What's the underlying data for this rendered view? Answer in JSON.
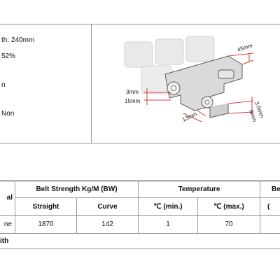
{
  "specs": {
    "width_line": "th:  240mm",
    "open_area_line": "52%",
    "line3": "n",
    "line4": "Non"
  },
  "drawing": {
    "dims": [
      "45mm",
      "3mm",
      "15mm",
      "3.5mm",
      "6mm",
      "13mm"
    ],
    "line_color": "#e23a3a",
    "part_color": "#d9d9d9"
  },
  "table": {
    "col0_header": "al",
    "belt_strength_header": "Belt Strength Kg/M (BW)",
    "straight": "Straight",
    "curve": "Curve",
    "temperature_header": "Temperature",
    "temp_min": "℃ (min.)",
    "temp_max": "℃ (max.)",
    "next_header_partial": "Be",
    "next_sub_partial": "(",
    "row": {
      "material": "ne",
      "straight": "1870",
      "curve": "142",
      "tmin": "1",
      "tmax": "70"
    },
    "footer": "ith"
  }
}
